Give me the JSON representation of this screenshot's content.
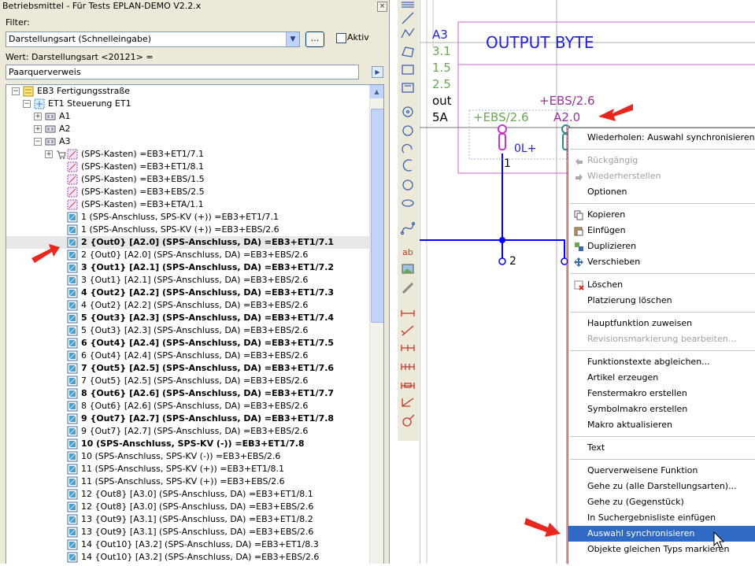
{
  "panel": {
    "title": "Betriebsmittel - Für Tests EPLAN-DEMO V2.2.x",
    "filter_label": "Filter:",
    "filter_value": "Darstellungsart (Schnelleingabe)",
    "dots_label": "...",
    "active_label": "Aktiv",
    "value_label": "Wert: Darstellungsart <20121> =",
    "value_input": "Paarquerverweis"
  },
  "tree": [
    {
      "text": "EB3 Fertigungsstraße",
      "bold": false
    },
    {
      "text": "ET1 Steuerung ET1",
      "bold": false
    },
    {
      "text": "A1",
      "bold": false
    },
    {
      "text": "A2",
      "bold": false
    },
    {
      "text": "A3",
      "bold": false
    },
    {
      "text": "(SPS-Kasten) =EB3+ET1/7.1",
      "bold": false
    },
    {
      "text": "(SPS-Kasten) =EB3+ET1/8.1",
      "bold": false
    },
    {
      "text": "(SPS-Kasten) =EB3+EBS/1.5",
      "bold": false
    },
    {
      "text": "(SPS-Kasten) =EB3+EBS/2.5",
      "bold": false
    },
    {
      "text": "(SPS-Kasten) =EB3+ETA/1.1",
      "bold": false
    },
    {
      "text": "1 (SPS-Anschluss, SPS-KV (+)) =EB3+ET1/7.1",
      "bold": false
    },
    {
      "text": "1 (SPS-Anschluss, SPS-KV (+)) =EB3+EBS/2.6",
      "bold": false
    },
    {
      "text": "2 {Out0} [A2.0] (SPS-Anschluss, DA) =EB3+ET1/7.1",
      "bold": true
    },
    {
      "text": "2 {Out0} [A2.0] (SPS-Anschluss, DA) =EB3+EBS/2.6",
      "bold": false
    },
    {
      "text": "3 {Out1} [A2.1] (SPS-Anschluss, DA) =EB3+ET1/7.2",
      "bold": true
    },
    {
      "text": "3 {Out1} [A2.1] (SPS-Anschluss, DA) =EB3+EBS/2.6",
      "bold": false
    },
    {
      "text": "4 {Out2} [A2.2] (SPS-Anschluss, DA) =EB3+ET1/7.3",
      "bold": true
    },
    {
      "text": "4 {Out2} [A2.2] (SPS-Anschluss, DA) =EB3+EBS/2.6",
      "bold": false
    },
    {
      "text": "5 {Out3} [A2.3] (SPS-Anschluss, DA) =EB3+ET1/7.4",
      "bold": true
    },
    {
      "text": "5 {Out3} [A2.3] (SPS-Anschluss, DA) =EB3+EBS/2.6",
      "bold": false
    },
    {
      "text": "6 {Out4} [A2.4] (SPS-Anschluss, DA) =EB3+ET1/7.5",
      "bold": true
    },
    {
      "text": "6 {Out4} [A2.4] (SPS-Anschluss, DA) =EB3+EBS/2.6",
      "bold": false
    },
    {
      "text": "7 {Out5} [A2.5] (SPS-Anschluss, DA) =EB3+ET1/7.6",
      "bold": true
    },
    {
      "text": "7 {Out5} [A2.5] (SPS-Anschluss, DA) =EB3+EBS/2.6",
      "bold": false
    },
    {
      "text": "8 {Out6} [A2.6] (SPS-Anschluss, DA) =EB3+ET1/7.7",
      "bold": true
    },
    {
      "text": "8 {Out6} [A2.6] (SPS-Anschluss, DA) =EB3+EBS/2.6",
      "bold": false
    },
    {
      "text": "9 {Out7} [A2.7] (SPS-Anschluss, DA) =EB3+ET1/7.8",
      "bold": true
    },
    {
      "text": "9 {Out7} [A2.7] (SPS-Anschluss, DA) =EB3+EBS/2.6",
      "bold": false
    },
    {
      "text": "10 (SPS-Anschluss, SPS-KV (-)) =EB3+ET1/7.8",
      "bold": true
    },
    {
      "text": "10 (SPS-Anschluss, SPS-KV (-)) =EB3+EBS/2.6",
      "bold": false
    },
    {
      "text": "11 (SPS-Anschluss, SPS-KV (+)) =EB3+ET1/8.1",
      "bold": false
    },
    {
      "text": "11 (SPS-Anschluss, SPS-KV (+)) =EB3+EBS/2.6",
      "bold": false
    },
    {
      "text": "12 {Out8} [A3.0] (SPS-Anschluss, DA) =EB3+ET1/8.1",
      "bold": false
    },
    {
      "text": "12 {Out8} [A3.0] (SPS-Anschluss, DA) =EB3+EBS/2.6",
      "bold": false
    },
    {
      "text": "13 {Out9} [A3.1] (SPS-Anschluss, DA) =EB3+ET1/8.2",
      "bold": false
    },
    {
      "text": "13 {Out9} [A3.1] (SPS-Anschluss, DA) =EB3+EBS/2.6",
      "bold": false
    },
    {
      "text": "14 {Out10} [A3.2] (SPS-Anschluss, DA) =EB3+ET1/8.3",
      "bold": false
    },
    {
      "text": "14 {Out10} [A3.2] (SPS-Anschluss, DA) =EB3+EBS/2.6",
      "bold": false
    }
  ],
  "canvas": {
    "box_title": "OUTPUT BYTE",
    "left_labels": [
      "A3",
      "3.1",
      "1.5",
      "2.5",
      "out",
      "5A"
    ],
    "ebs_26_left": "+EBS/2.6",
    "ebs_26_right": "+EBS/2.6",
    "addr": "A2.0",
    "pin_0l": "0L+",
    "pin_1": "1",
    "pin_2": "2"
  },
  "menu": {
    "items": [
      {
        "label": "Wiederholen: Auswahl synchronisieren",
        "enabled": true,
        "icon": ""
      },
      {
        "label": "Rückgängig",
        "enabled": false,
        "icon": "undo-icon"
      },
      {
        "label": "Wiederherstellen",
        "enabled": false,
        "icon": "redo-icon"
      },
      {
        "label": "Optionen",
        "enabled": true,
        "icon": ""
      },
      {
        "label": "Kopieren",
        "enabled": true,
        "icon": "copy-icon"
      },
      {
        "label": "Einfügen",
        "enabled": true,
        "icon": "paste-icon"
      },
      {
        "label": "Duplizieren",
        "enabled": true,
        "icon": "duplicate-icon"
      },
      {
        "label": "Verschieben",
        "enabled": true,
        "icon": "move-icon"
      },
      {
        "label": "Löschen",
        "enabled": true,
        "icon": "delete-icon"
      },
      {
        "label": "Platzierung löschen",
        "enabled": true,
        "icon": ""
      },
      {
        "label": "Hauptfunktion zuweisen",
        "enabled": true,
        "icon": ""
      },
      {
        "label": "Revisionsmarkierung bearbeiten...",
        "enabled": false,
        "icon": ""
      },
      {
        "label": "Funktionstexte abgleichen...",
        "enabled": true,
        "icon": ""
      },
      {
        "label": "Artikel erzeugen",
        "enabled": true,
        "icon": ""
      },
      {
        "label": "Fenstermakro erstellen",
        "enabled": true,
        "icon": ""
      },
      {
        "label": "Symbolmakro erstellen",
        "enabled": true,
        "icon": ""
      },
      {
        "label": "Makro aktualisieren",
        "enabled": true,
        "icon": ""
      },
      {
        "label": "Text",
        "enabled": true,
        "icon": ""
      },
      {
        "label": "Querverweisene Funktion",
        "enabled": true,
        "icon": ""
      },
      {
        "label": "Gehe zu (alle Darstellungsarten)...",
        "enabled": true,
        "icon": ""
      },
      {
        "label": "Gehe zu (Gegenstück)",
        "enabled": true,
        "icon": ""
      },
      {
        "label": "In Suchergebnisliste einfügen",
        "enabled": true,
        "icon": ""
      },
      {
        "label": "Auswahl synchronisieren",
        "enabled": true,
        "icon": ""
      },
      {
        "label": "Objekte gleichen Typs markieren",
        "enabled": true,
        "icon": ""
      }
    ],
    "highlighted": "Auswahl synchronisieren"
  },
  "colors": {
    "accent_blue": "#0000ff",
    "purple": "#993399",
    "green": "#6aa84f",
    "red_arrow": "#e8281e",
    "menu_highlight": "#316ac5"
  }
}
